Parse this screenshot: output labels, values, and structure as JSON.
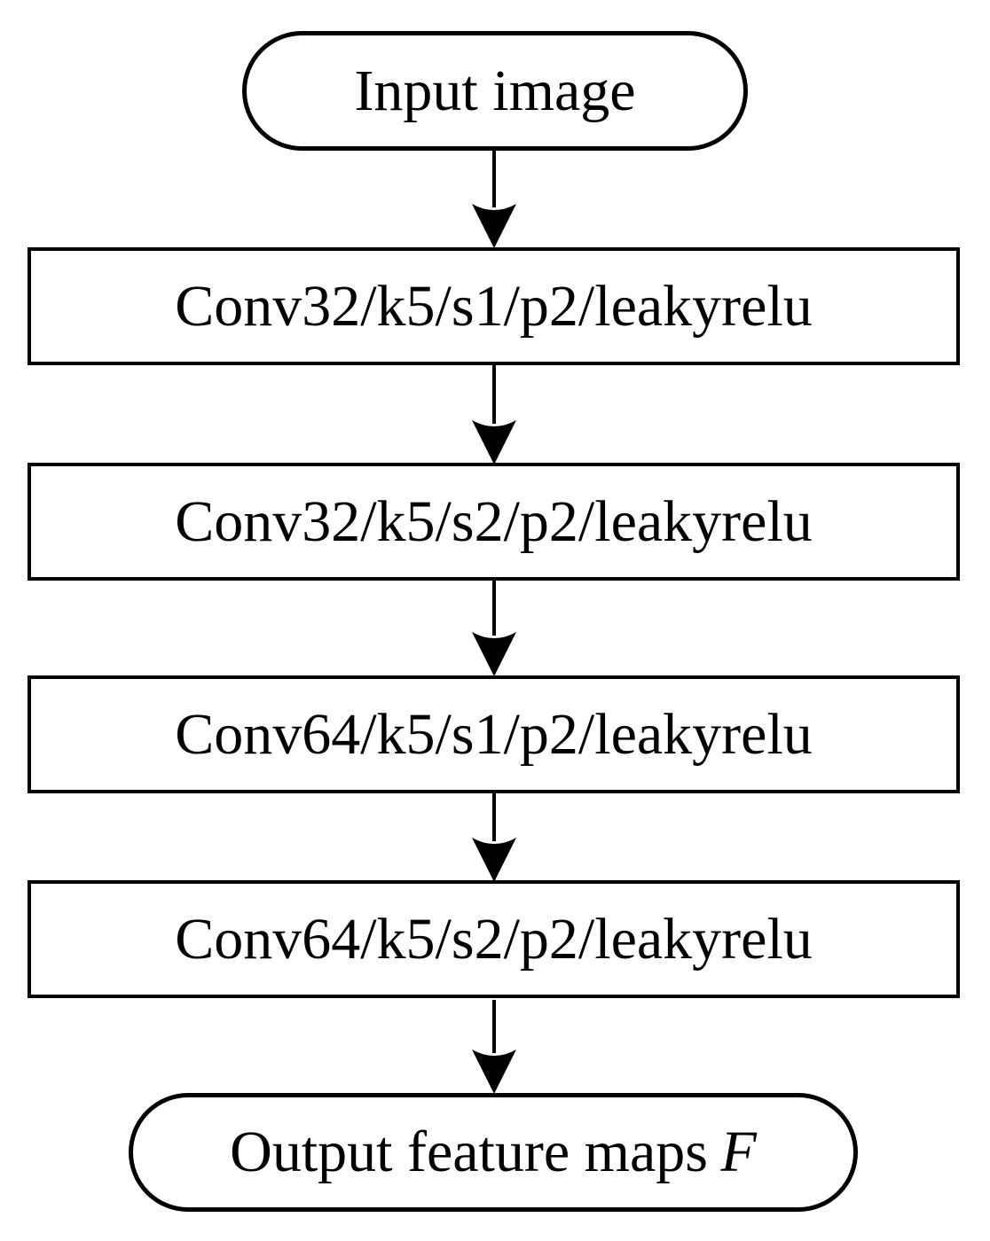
{
  "figure": {
    "type": "flowchart",
    "colors": {
      "background": "#ffffff",
      "stroke": "#000000",
      "text": "#000000"
    },
    "nodes": {
      "input": {
        "shape": "stadium",
        "label": "Input image"
      },
      "conv1": {
        "shape": "rect",
        "label": "Conv32/k5/s1/p2/leakyrelu"
      },
      "conv2": {
        "shape": "rect",
        "label": "Conv32/k5/s2/p2/leakyrelu"
      },
      "conv3": {
        "shape": "rect",
        "label": "Conv64/k5/s1/p2/leakyrelu"
      },
      "conv4": {
        "shape": "rect",
        "label": "Conv64/k5/s2/p2/leakyrelu"
      },
      "output": {
        "shape": "stadium",
        "label": "Output feature maps",
        "variable": "F"
      }
    },
    "edges": [
      {
        "from": "input",
        "to": "conv1"
      },
      {
        "from": "conv1",
        "to": "conv2"
      },
      {
        "from": "conv2",
        "to": "conv3"
      },
      {
        "from": "conv3",
        "to": "conv4"
      },
      {
        "from": "conv4",
        "to": "output"
      }
    ]
  }
}
